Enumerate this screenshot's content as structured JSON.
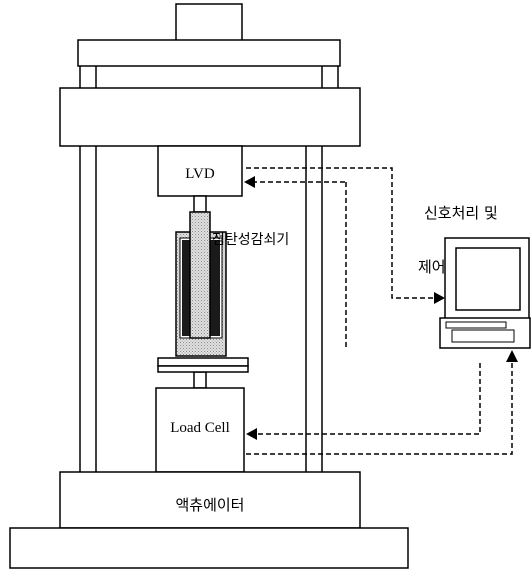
{
  "labels": {
    "lvdt": "LVD",
    "damper": "점탄성감쇠기",
    "load_cell": "Load Cell",
    "actuator": "액츄에이터",
    "computer_line1": "신호처리 및",
    "computer_line2": "제어용 컴퓨터"
  },
  "colors": {
    "line": "#000000",
    "shaded": "#d4d4d4",
    "background": "#ffffff"
  }
}
